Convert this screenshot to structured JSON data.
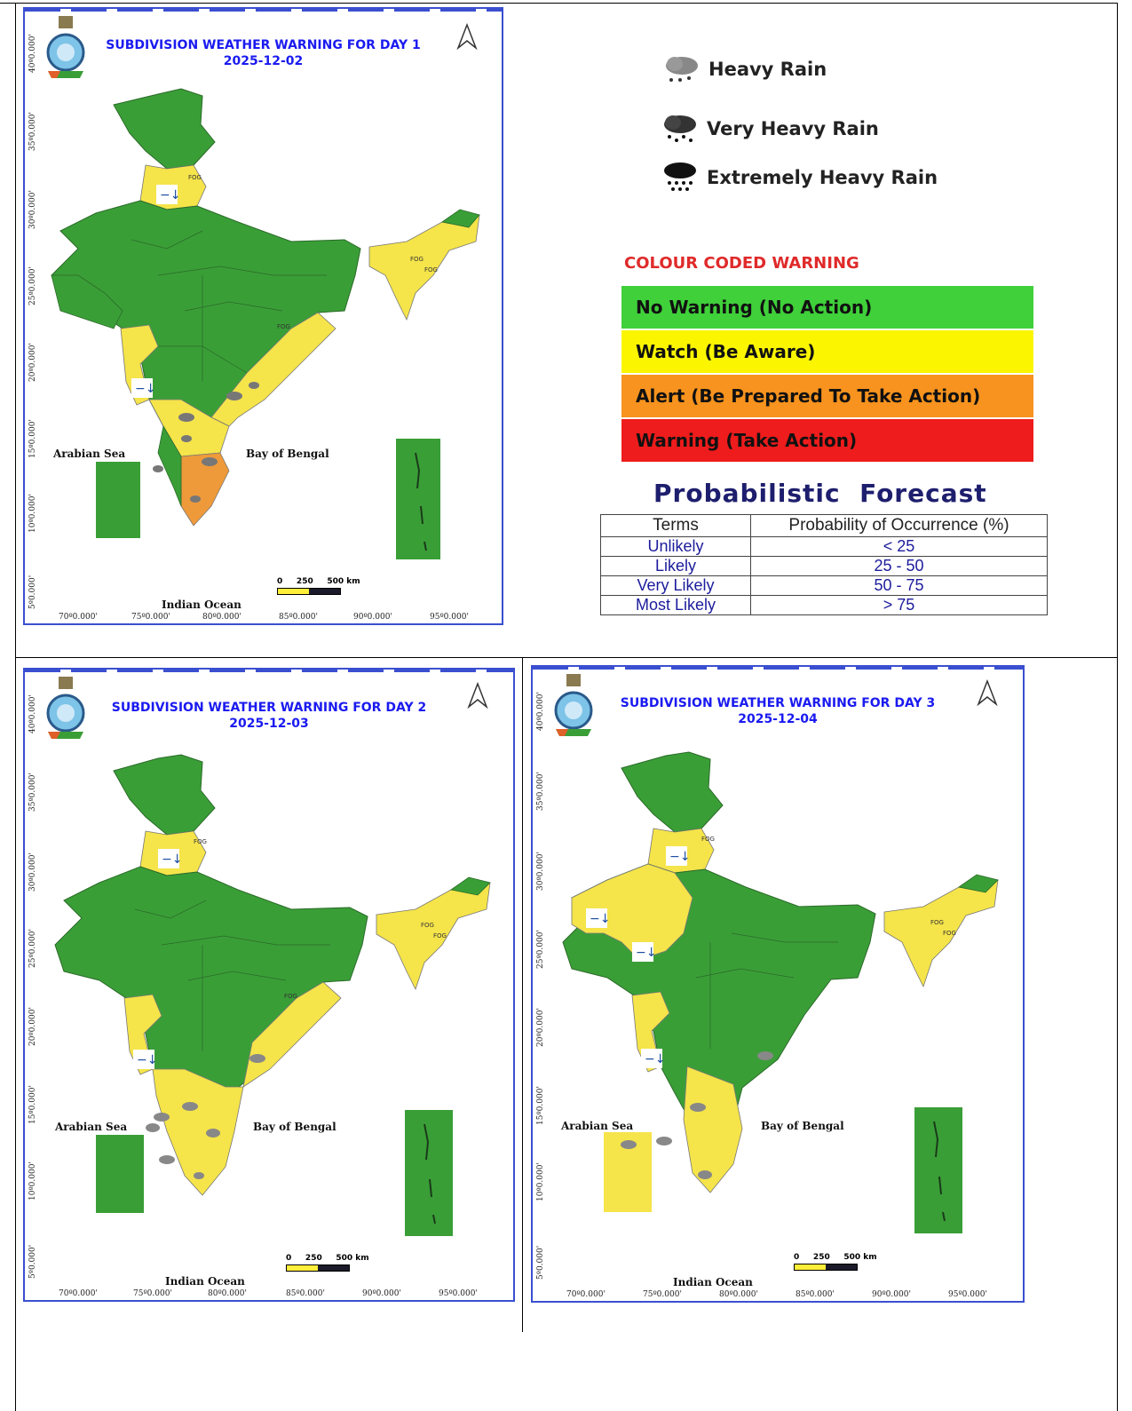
{
  "maps": [
    {
      "title": "SUBDIVISION WEATHER WARNING FOR DAY 1",
      "date": "2025-12-02"
    },
    {
      "title": "SUBDIVISION WEATHER WARNING FOR DAY 2",
      "date": "2025-12-03"
    },
    {
      "title": "SUBDIVISION WEATHER WARNING FOR DAY 3",
      "date": "2025-12-04"
    }
  ],
  "axis": {
    "lat_labels": [
      "40º0.000'",
      "35º0.000'",
      "30º0.000'",
      "25º0.000'",
      "20º0.000'",
      "15º0.000'",
      "10º0.000'",
      "5º0.000'"
    ],
    "lon_labels": [
      "70º0.000'",
      "75º0.000'",
      "80º0.000'",
      "85º0.000'",
      "90º0.000'",
      "95º0.000'"
    ]
  },
  "seas": {
    "arabian": "Arabian Sea",
    "bengal": "Bay of Bengal",
    "indian": "Indian Ocean"
  },
  "fog_label": "FOG",
  "scale": {
    "text": "0     250     500 km"
  },
  "rain_legend": [
    {
      "label": "Heavy Rain",
      "icon": "heavy-rain-icon"
    },
    {
      "label": "Very Heavy Rain",
      "icon": "very-heavy-rain-icon"
    },
    {
      "label": "Extremely Heavy Rain",
      "icon": "extremely-heavy-rain-icon"
    }
  ],
  "colour_coded": {
    "title": "COLOUR CODED WARNING",
    "rows": [
      {
        "label": "No Warning (No Action)",
        "color": "#3fd03a"
      },
      {
        "label": "Watch (Be Aware)",
        "color": "#fbf600"
      },
      {
        "label": "Alert (Be Prepared To Take Action)",
        "color": "#f7931e"
      },
      {
        "label": "Warning (Take Action)",
        "color": "#ee1c1c"
      }
    ]
  },
  "probabilistic": {
    "title": "Probabilistic  Forecast",
    "headers": [
      "Terms",
      "Probability of Occurrence (%)"
    ],
    "rows": [
      [
        "Unlikely",
        "< 25"
      ],
      [
        "Likely",
        "25 - 50"
      ],
      [
        "Very Likely",
        "50 - 75"
      ],
      [
        "Most Likely",
        "> 75"
      ]
    ]
  },
  "colors": {
    "green": "#3a9e37",
    "yellow": "#f5e44a",
    "orange": "#ee9a3a",
    "border": "#3a4fd0",
    "title_blue": "#1a1af0"
  }
}
